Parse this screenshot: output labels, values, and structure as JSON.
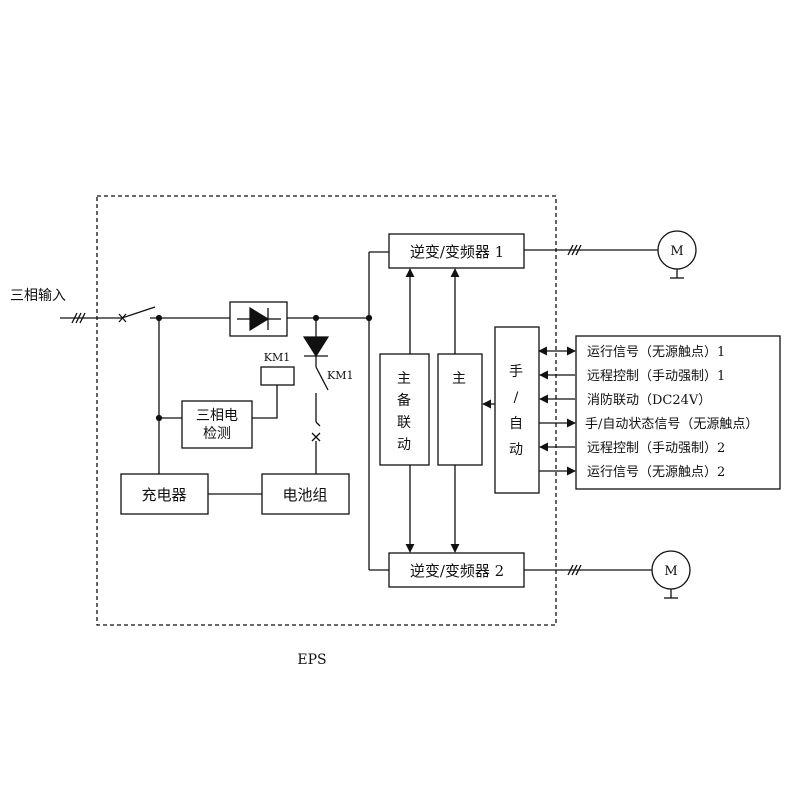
{
  "labels": {
    "three_phase_input": "三相输入",
    "inverter_1": "逆变/变频器 1",
    "inverter_2": "逆变/变频器 2",
    "km1_coil": "KM1",
    "km1_contact": "KM1",
    "detect_line1": "三相电",
    "detect_line2": "检测",
    "charger": "充电器",
    "battery": "电池组",
    "backup_link": [
      "主",
      "备",
      "联",
      "动"
    ],
    "main_only": [
      "主"
    ],
    "manual_auto": [
      "手",
      "/",
      "自",
      "动"
    ],
    "motor": "M",
    "eps": "EPS"
  },
  "signals": [
    "运行信号（无源触点）1",
    "远程控制（手动强制）1",
    "消防联动（DC24V）",
    "手/自动状态信号（无源触点）",
    "远程控制（手动强制）2",
    "运行信号（无源触点）2"
  ],
  "colors": {
    "line": "#111111",
    "background": "#ffffff"
  }
}
